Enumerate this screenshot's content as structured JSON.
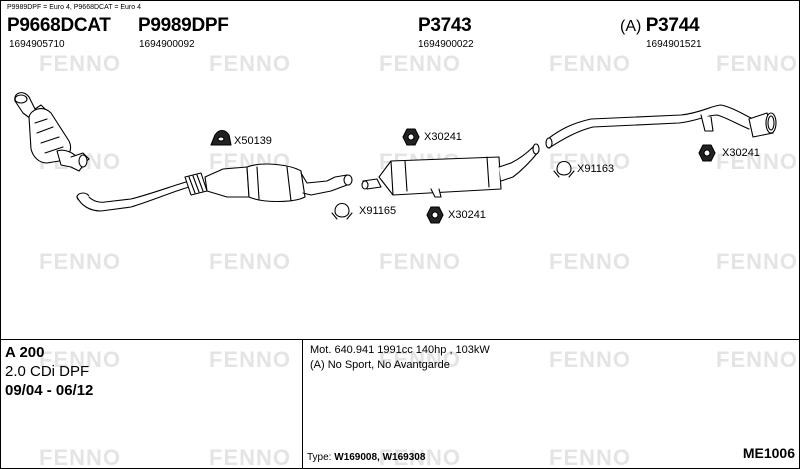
{
  "header_note": "P9989DPF = Euro 4, P9668DCAT = Euro 4",
  "watermark": "FENNO",
  "parts": [
    {
      "number": "P9668DCAT",
      "oe": "1694905710"
    },
    {
      "number": "P9989DPF",
      "oe": "1694900092"
    },
    {
      "number": "P3743",
      "oe": "1694900022"
    },
    {
      "number": "P3744",
      "prefix": "(A)",
      "oe": "1694901521"
    }
  ],
  "callouts": [
    "X50139",
    "X30241",
    "X91163",
    "X91165",
    "X30241",
    "X30241"
  ],
  "vehicle": {
    "model": "A 200",
    "engine": "2.0 CDi DPF",
    "years": "09/04 - 06/12"
  },
  "details": {
    "motor": "Mot. 640.941 1991cc 140hp , 103kW",
    "restriction": "(A) No Sport, No Avantgarde",
    "type_label": "Type:",
    "type_value": "W169008, W169308"
  },
  "kit_number": "ME1006"
}
